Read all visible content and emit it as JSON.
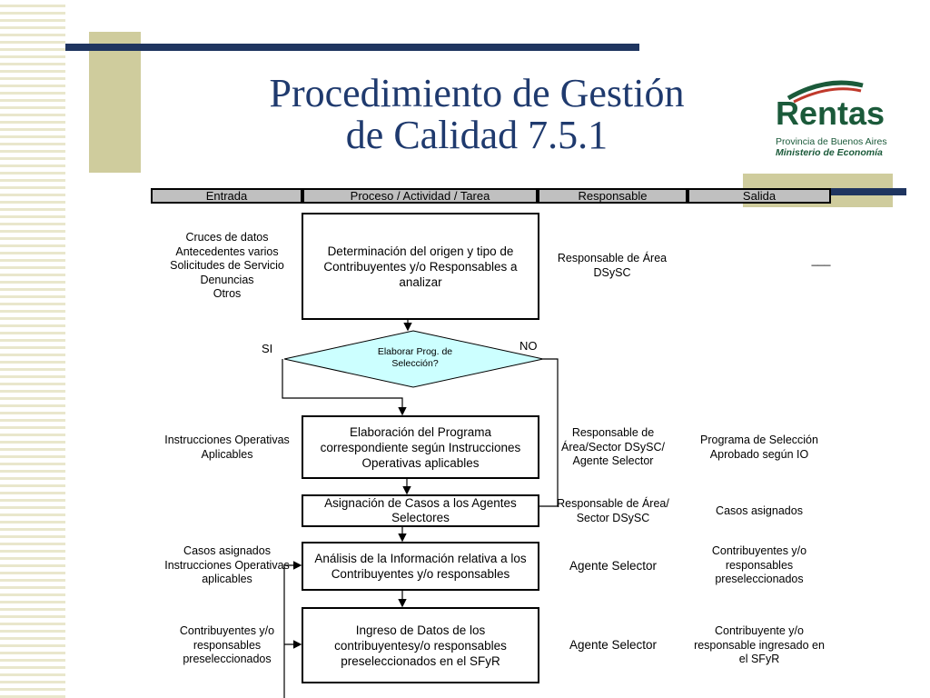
{
  "title": {
    "line1": "Procedimiento  de Gestión",
    "line2": "de Calidad  7.5.1"
  },
  "logo": {
    "word": "Rentas",
    "sub1": "Provincia de Buenos Aires",
    "sub2": "Ministerio de Economía"
  },
  "headers": {
    "entrada": "Entrada",
    "proceso": "Proceso / Actividad / Tarea",
    "responsable": "Responsable",
    "salida": "Salida"
  },
  "row1": {
    "entrada": [
      "Cruces de datos",
      "Antecedentes varios",
      "Solicitudes de Servicio",
      "Denuncias",
      "Otros"
    ],
    "proceso": "Determinación del origen y tipo de Contribuyentes y/o Responsables a analizar",
    "responsable": "Responsable de Área DSySC",
    "salida": "___"
  },
  "decision": {
    "text": "Elaborar Prog. de Selección?",
    "si": "SI",
    "no": "NO"
  },
  "row2": {
    "entrada": "Instrucciones Operativas Aplicables",
    "proceso": "Elaboración del Programa correspondiente según Instrucciones Operativas aplicables",
    "responsable": "Responsable de Área/Sector DSySC/ Agente Selector",
    "salida": "Programa de Selección Aprobado según IO"
  },
  "row3": {
    "proceso": "Asignación de Casos a los Agentes Selectores",
    "responsable": "Responsable de Área/ Sector DSySC",
    "salida": "Casos asignados"
  },
  "row4": {
    "entrada": [
      "Casos asignados",
      "Instrucciones Operativas",
      "aplicables"
    ],
    "proceso": "Análisis de la Información relativa a los Contribuyentes y/o responsables",
    "responsable": "Agente Selector",
    "salida": "Contribuyentes y/o responsables preseleccionados"
  },
  "row5": {
    "entrada": "Contribuyentes y/o responsables preseleccionados",
    "proceso": "Ingreso de Datos de los contribuyentesy/o responsables preseleccionados en el SFyR",
    "responsable": "Agente Selector",
    "salida": "Contribuyente y/o responsable ingresado en el SFyR"
  },
  "colors": {
    "navy": "#1f3560",
    "tan": "#cfcc9d",
    "title": "#1f3a6e",
    "diamond": "#ccffff",
    "logo": "#1b5a3a",
    "header": "#c0c0c0"
  }
}
